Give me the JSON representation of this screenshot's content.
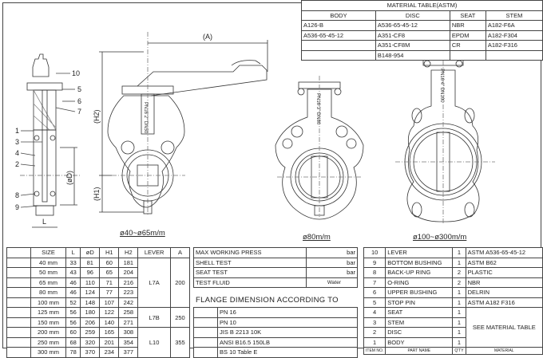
{
  "material_table": {
    "title": "MATERIAL TABLE(ASTM)",
    "headers": [
      "BODY",
      "DISC",
      "SEAT",
      "STEM"
    ],
    "rows": [
      [
        "A126-B",
        "A536-65-45-12",
        "NBR",
        "A182-F6A"
      ],
      [
        "A536-65-45-12",
        "A351-CF8",
        "EPDM",
        "A182-F304"
      ],
      [
        "",
        "A351-CF8M",
        "CR",
        "A182-F316"
      ],
      [
        "",
        "B148-954",
        "",
        ""
      ]
    ]
  },
  "drawing": {
    "part_callouts": [
      "10",
      "5",
      "6",
      "7",
      "1",
      "3",
      "4",
      "2",
      "8",
      "9"
    ],
    "dim_L": "L",
    "dim_D": "(øD)",
    "dim_H1": "(H1)",
    "dim_H2": "(H2)",
    "dim_A": "(A)",
    "body_marks": [
      "PN16 2\" DN50",
      "PN16 3\" DN80",
      "PN16 4\" DN100"
    ],
    "captions": [
      "ø40~ø65m/m",
      "ø80m/m",
      "ø100~ø300m/m"
    ]
  },
  "dimension_table": {
    "headers": [
      "SIZE",
      "L",
      "øD",
      "H1",
      "H2",
      "LEVER",
      "A"
    ],
    "rows": [
      [
        "40 mm",
        "33",
        "81",
        "60",
        "181"
      ],
      [
        "50 mm",
        "43",
        "96",
        "65",
        "204"
      ],
      [
        "65 mm",
        "46",
        "110",
        "71",
        "216"
      ],
      [
        "80 mm",
        "46",
        "124",
        "77",
        "223"
      ],
      [
        "100 mm",
        "52",
        "148",
        "107",
        "242"
      ],
      [
        "125 mm",
        "56",
        "180",
        "122",
        "258"
      ],
      [
        "150 mm",
        "56",
        "206",
        "140",
        "271"
      ],
      [
        "200 mm",
        "60",
        "259",
        "165",
        "308"
      ],
      [
        "250 mm",
        "68",
        "320",
        "201",
        "354"
      ],
      [
        "300 mm",
        "78",
        "370",
        "234",
        "377"
      ]
    ],
    "lever_groups": [
      {
        "lever": "L7A",
        "A": "200",
        "span": 5
      },
      {
        "lever": "L7B",
        "A": "250",
        "span": 2
      },
      {
        "lever": "L10",
        "A": "355",
        "span": 3
      }
    ]
  },
  "pressure_table": [
    {
      "label": "MAX WORKING PRESS",
      "unit": "bar"
    },
    {
      "label": "SHELL TEST",
      "unit": "bar"
    },
    {
      "label": "SEAT TEST",
      "unit": "bar"
    },
    {
      "label": "TEST FLUID",
      "unit": "Water"
    }
  ],
  "flange": {
    "title": "FLANGE DIMENSION ACCORDING TO",
    "items": [
      "PN 16",
      "PN 10",
      "JIS B 2213 10K",
      "ANSI B16.5 150LB",
      "BS 10 Table E"
    ]
  },
  "parts_table": {
    "rows": [
      [
        "10",
        "LEVER",
        "1",
        "ASTM A536-65-45-12"
      ],
      [
        "9",
        "BOTTOM BUSHING",
        "1",
        "ASTM B62"
      ],
      [
        "8",
        "BACK-UP RING",
        "2",
        "PLASTIC"
      ],
      [
        "7",
        "O-RING",
        "2",
        "NBR"
      ],
      [
        "6",
        "UPPER BUSHING",
        "1",
        "DELRIN"
      ],
      [
        "5",
        "STOP PIN",
        "1",
        "ASTM A182 F316"
      ],
      [
        "4",
        "SEAT",
        "1",
        ""
      ],
      [
        "3",
        "STEM",
        "1",
        ""
      ],
      [
        "2",
        "DISC",
        "1",
        ""
      ],
      [
        "1",
        "BODY",
        "1",
        ""
      ]
    ],
    "see_material": "SEE MATERIAL TABLE",
    "headers": [
      "ITEM NO.",
      "PART NAME",
      "Q'TY",
      "MATERIAL"
    ]
  }
}
